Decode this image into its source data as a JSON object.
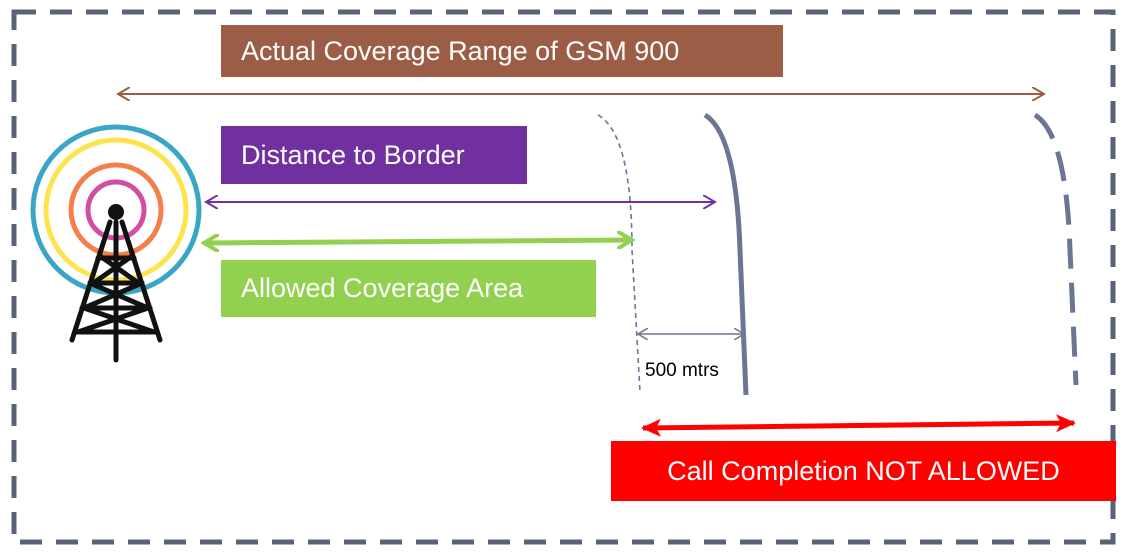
{
  "labels": {
    "actual_coverage": "Actual Coverage Range of GSM 900",
    "distance_to_border": "Distance to Border",
    "allowed_coverage": "Allowed Coverage Area",
    "gap_distance": "500 mtrs",
    "call_not_allowed": "Call Completion NOT ALLOWED"
  },
  "icons": {
    "tower": "radio-tower-icon"
  },
  "colors": {
    "frame": "#5a6278",
    "actual": "#9b5d45",
    "border": "#7030a0",
    "allowed": "#92d050",
    "call": "#ff0000",
    "boundary": "#6b7594",
    "ring_outer": "#3aa6c6",
    "ring_yellow": "#ffe34d",
    "ring_orange": "#f47f4b",
    "ring_inner": "#d14fa0",
    "tower": "#111111"
  }
}
